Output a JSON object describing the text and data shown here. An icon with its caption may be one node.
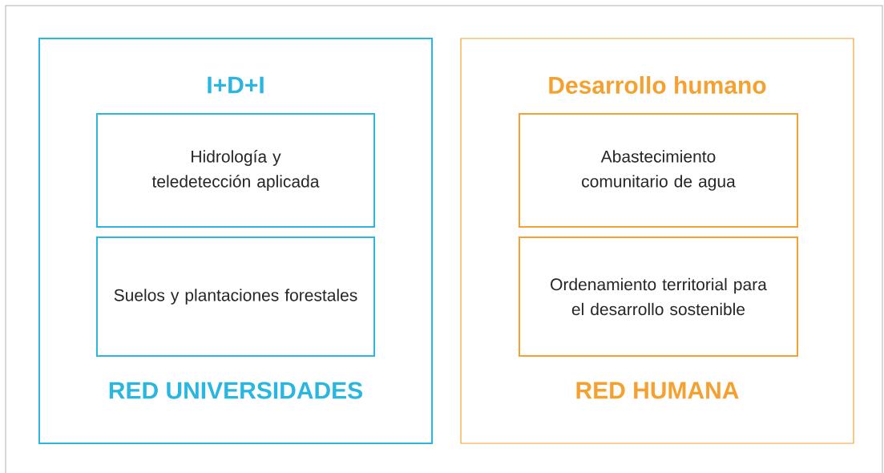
{
  "diagram": {
    "nodes": [
      {
        "text": [
          "I+D+I",
          "RED UNIVERSIDADES"
        ]
      },
      {
        "text": [
          "Hidrología y teledetección aplicada"
        ],
        "in": 0
      },
      {
        "text": [
          "Suelos y plantaciones forestales"
        ],
        "in": 0
      },
      {
        "text": [
          "Desarrollo humano",
          "RED HUMANA"
        ]
      },
      {
        "text": [
          "Abastecimiento comunitario de agua"
        ],
        "in": 3
      },
      {
        "text": [
          "Ordenamiento territorial para el desarrollo sostenible"
        ],
        "in": 3
      }
    ]
  }
}
